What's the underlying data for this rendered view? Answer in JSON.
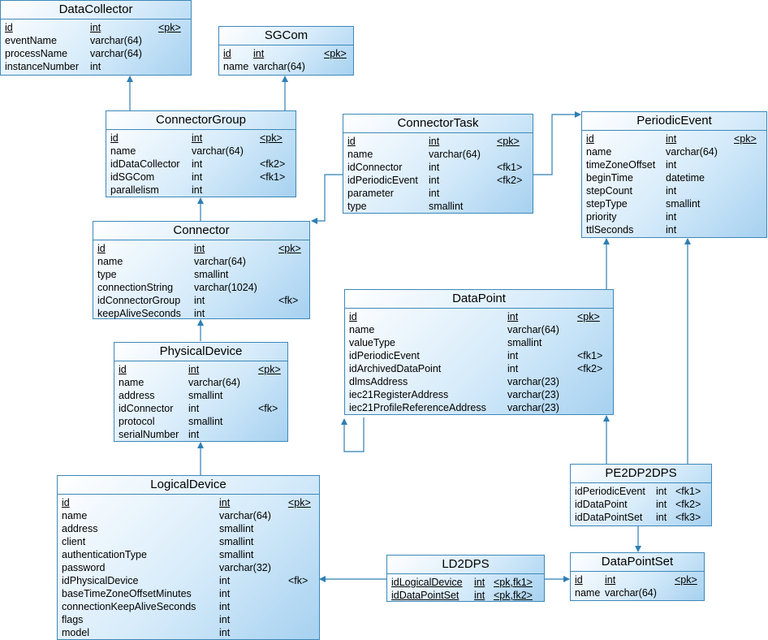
{
  "entities": [
    {
      "name": "DataCollector",
      "fields": [
        {
          "name": "id",
          "type": "int",
          "key": "<pk>",
          "pk": true
        },
        {
          "name": "eventName",
          "type": "varchar(64)",
          "key": ""
        },
        {
          "name": "processName",
          "type": "varchar(64)",
          "key": ""
        },
        {
          "name": "instanceNumber",
          "type": "int",
          "key": ""
        }
      ]
    },
    {
      "name": "SGCom",
      "fields": [
        {
          "name": "id",
          "type": "int",
          "key": "<pk>",
          "pk": true
        },
        {
          "name": "name",
          "type": "varchar(64)",
          "key": ""
        }
      ]
    },
    {
      "name": "ConnectorGroup",
      "fields": [
        {
          "name": "id",
          "type": "int",
          "key": "<pk>",
          "pk": true
        },
        {
          "name": "name",
          "type": "varchar(64)",
          "key": ""
        },
        {
          "name": "idDataCollector",
          "type": "int",
          "key": "<fk2>"
        },
        {
          "name": "idSGCom",
          "type": "int",
          "key": "<fk1>"
        },
        {
          "name": "parallelism",
          "type": "int",
          "key": ""
        }
      ]
    },
    {
      "name": "ConnectorTask",
      "fields": [
        {
          "name": "id",
          "type": "int",
          "key": "<pk>",
          "pk": true
        },
        {
          "name": "name",
          "type": "varchar(64)",
          "key": ""
        },
        {
          "name": "idConnector",
          "type": "int",
          "key": "<fk1>"
        },
        {
          "name": "idPeriodicEvent",
          "type": "int",
          "key": "<fk2>"
        },
        {
          "name": "parameter",
          "type": "int",
          "key": ""
        },
        {
          "name": "type",
          "type": "smallint",
          "key": ""
        }
      ]
    },
    {
      "name": "PeriodicEvent",
      "fields": [
        {
          "name": "id",
          "type": "int",
          "key": "<pk>",
          "pk": true
        },
        {
          "name": "name",
          "type": "varchar(64)",
          "key": ""
        },
        {
          "name": "timeZoneOffset",
          "type": "int",
          "key": ""
        },
        {
          "name": "beginTime",
          "type": "datetime",
          "key": ""
        },
        {
          "name": "stepCount",
          "type": "int",
          "key": ""
        },
        {
          "name": "stepType",
          "type": "smallint",
          "key": ""
        },
        {
          "name": "priority",
          "type": "int",
          "key": ""
        },
        {
          "name": "ttlSeconds",
          "type": "int",
          "key": ""
        }
      ]
    },
    {
      "name": "Connector",
      "fields": [
        {
          "name": "id",
          "type": "int",
          "key": "<pk>",
          "pk": true
        },
        {
          "name": "name",
          "type": "varchar(64)",
          "key": ""
        },
        {
          "name": "type",
          "type": "smallint",
          "key": ""
        },
        {
          "name": "connectionString",
          "type": "varchar(1024)",
          "key": ""
        },
        {
          "name": "idConnectorGroup",
          "type": "int",
          "key": "<fk>"
        },
        {
          "name": "keepAliveSeconds",
          "type": "int",
          "key": ""
        }
      ]
    },
    {
      "name": "DataPoint",
      "fields": [
        {
          "name": "id",
          "type": "int",
          "key": "<pk>",
          "pk": true
        },
        {
          "name": "name",
          "type": "varchar(64)",
          "key": ""
        },
        {
          "name": "valueType",
          "type": "smallint",
          "key": ""
        },
        {
          "name": "idPeriodicEvent",
          "type": "int",
          "key": "<fk1>"
        },
        {
          "name": "idArchivedDataPoint",
          "type": "int",
          "key": "<fk2>"
        },
        {
          "name": "dlmsAddress",
          "type": "varchar(23)",
          "key": ""
        },
        {
          "name": "iec21RegisterAddress",
          "type": "varchar(23)",
          "key": ""
        },
        {
          "name": "iec21ProfileReferenceAddress",
          "type": "varchar(23)",
          "key": ""
        }
      ]
    },
    {
      "name": "PhysicalDevice",
      "fields": [
        {
          "name": "id",
          "type": "int",
          "key": "<pk>",
          "pk": true
        },
        {
          "name": "name",
          "type": "varchar(64)",
          "key": ""
        },
        {
          "name": "address",
          "type": "smallint",
          "key": ""
        },
        {
          "name": "idConnector",
          "type": "int",
          "key": "<fk>"
        },
        {
          "name": "protocol",
          "type": "smallint",
          "key": ""
        },
        {
          "name": "serialNumber",
          "type": "int",
          "key": ""
        }
      ]
    },
    {
      "name": "PE2DP2DPS",
      "fields": [
        {
          "name": "idPeriodicEvent",
          "type": "int",
          "key": "<fk1>"
        },
        {
          "name": "idDataPoint",
          "type": "int",
          "key": "<fk2>"
        },
        {
          "name": "idDataPointSet",
          "type": "int",
          "key": "<fk3>"
        }
      ]
    },
    {
      "name": "LogicalDevice",
      "fields": [
        {
          "name": "id",
          "type": "int",
          "key": "<pk>",
          "pk": true
        },
        {
          "name": "name",
          "type": "varchar(64)",
          "key": ""
        },
        {
          "name": "address",
          "type": "smallint",
          "key": ""
        },
        {
          "name": "client",
          "type": "smallint",
          "key": ""
        },
        {
          "name": "authenticationType",
          "type": "smallint",
          "key": ""
        },
        {
          "name": "password",
          "type": "varchar(32)",
          "key": ""
        },
        {
          "name": "idPhysicalDevice",
          "type": "int",
          "key": "<fk>"
        },
        {
          "name": "baseTimeZoneOffsetMinutes",
          "type": "int",
          "key": ""
        },
        {
          "name": "connectionKeepAliveSeconds",
          "type": "int",
          "key": ""
        },
        {
          "name": "flags",
          "type": "int",
          "key": ""
        },
        {
          "name": "model",
          "type": "int",
          "key": ""
        }
      ]
    },
    {
      "name": "LD2DPS",
      "fields": [
        {
          "name": "idLogicalDevice",
          "type": "int",
          "key": "<pk,fk1>",
          "pk": true
        },
        {
          "name": "idDataPointSet",
          "type": "int",
          "key": "<pk,fk2>",
          "pk": true
        }
      ]
    },
    {
      "name": "DataPointSet",
      "fields": [
        {
          "name": "id",
          "type": "int",
          "key": "<pk>",
          "pk": true
        },
        {
          "name": "name",
          "type": "varchar(64)",
          "key": ""
        }
      ]
    }
  ]
}
